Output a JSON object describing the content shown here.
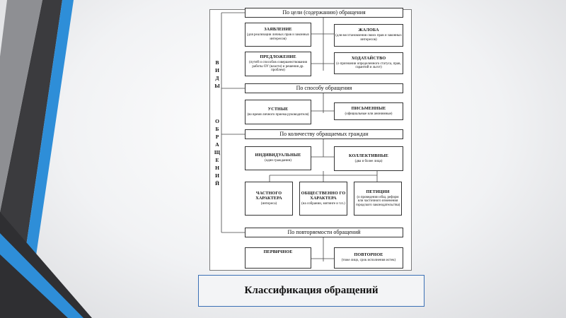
{
  "side_label": {
    "word1": [
      "В",
      "И",
      "Д",
      "Ы"
    ],
    "word2": [
      "О",
      "Б",
      "Р",
      "А",
      "Щ",
      "Е",
      "Н",
      "И",
      "Й"
    ]
  },
  "sections": {
    "goal": "По цели (содержанию) обращения",
    "method": "По способу обращения",
    "count": "По количеству обращаемых граждан",
    "repeat": "По повторяемости обращений"
  },
  "boxes": {
    "zayavlenie": {
      "title": "ЗАЯВЛЕНИЕ",
      "sub": "(для реализации личных прав и законных интересов)"
    },
    "zhaloba": {
      "title": "ЖАЛОБА",
      "sub": "(для восстановления своих прав и законных интересов)"
    },
    "predlozhenie": {
      "title": "ПРЕДЛОЖЕНИЕ",
      "sub": "(путей и способов совершенствования работы ОУ (власти) и решения др. проблем)"
    },
    "hodataystvo": {
      "title": "ХОДАТАЙСТВО",
      "sub": "(о признании определенного статуса, прав, гарантий и льгот)"
    },
    "ustnye": {
      "title": "УСТНЫЕ",
      "sub": "(во время личного приема руководителя)"
    },
    "pismennye": {
      "title": "ПИСЬМЕННЫЕ",
      "sub": "(официальные или анонимные)"
    },
    "individ": {
      "title": "ИНДИВИДУАЛЬНЫЕ",
      "sub": "(один гражданин)"
    },
    "kollektiv": {
      "title": "КОЛЛЕКТИВНЫЕ",
      "sub": "(два и более лица)"
    },
    "chastnogo": {
      "title": "ЧАСТНОГО ХАРАКТЕРА",
      "sub": "(интереса)"
    },
    "obshchestv": {
      "title": "ОБЩЕСТВЕННО ГО ХАРАКТЕРА",
      "sub": "(на собрании, митинге и т.п.)"
    },
    "peticii": {
      "title": "ПЕТИЦИИ",
      "sub": "(о проведении общ. реформ или частичного изменения городского законодательства)"
    },
    "pervichnoe": {
      "title": "ПЕРВИЧНОЕ",
      "sub": ""
    },
    "povtornoe": {
      "title": "ПОВТОРНОЕ",
      "sub": "(тоже лицо, срок исполнения истек)"
    }
  },
  "caption": "Классификация обращений",
  "colors": {
    "stripe_dark": "#3b3b3e",
    "stripe_gray": "#8e8f93",
    "accent_blue": "#2e8ed8",
    "caption_border": "#3a6fb5"
  }
}
